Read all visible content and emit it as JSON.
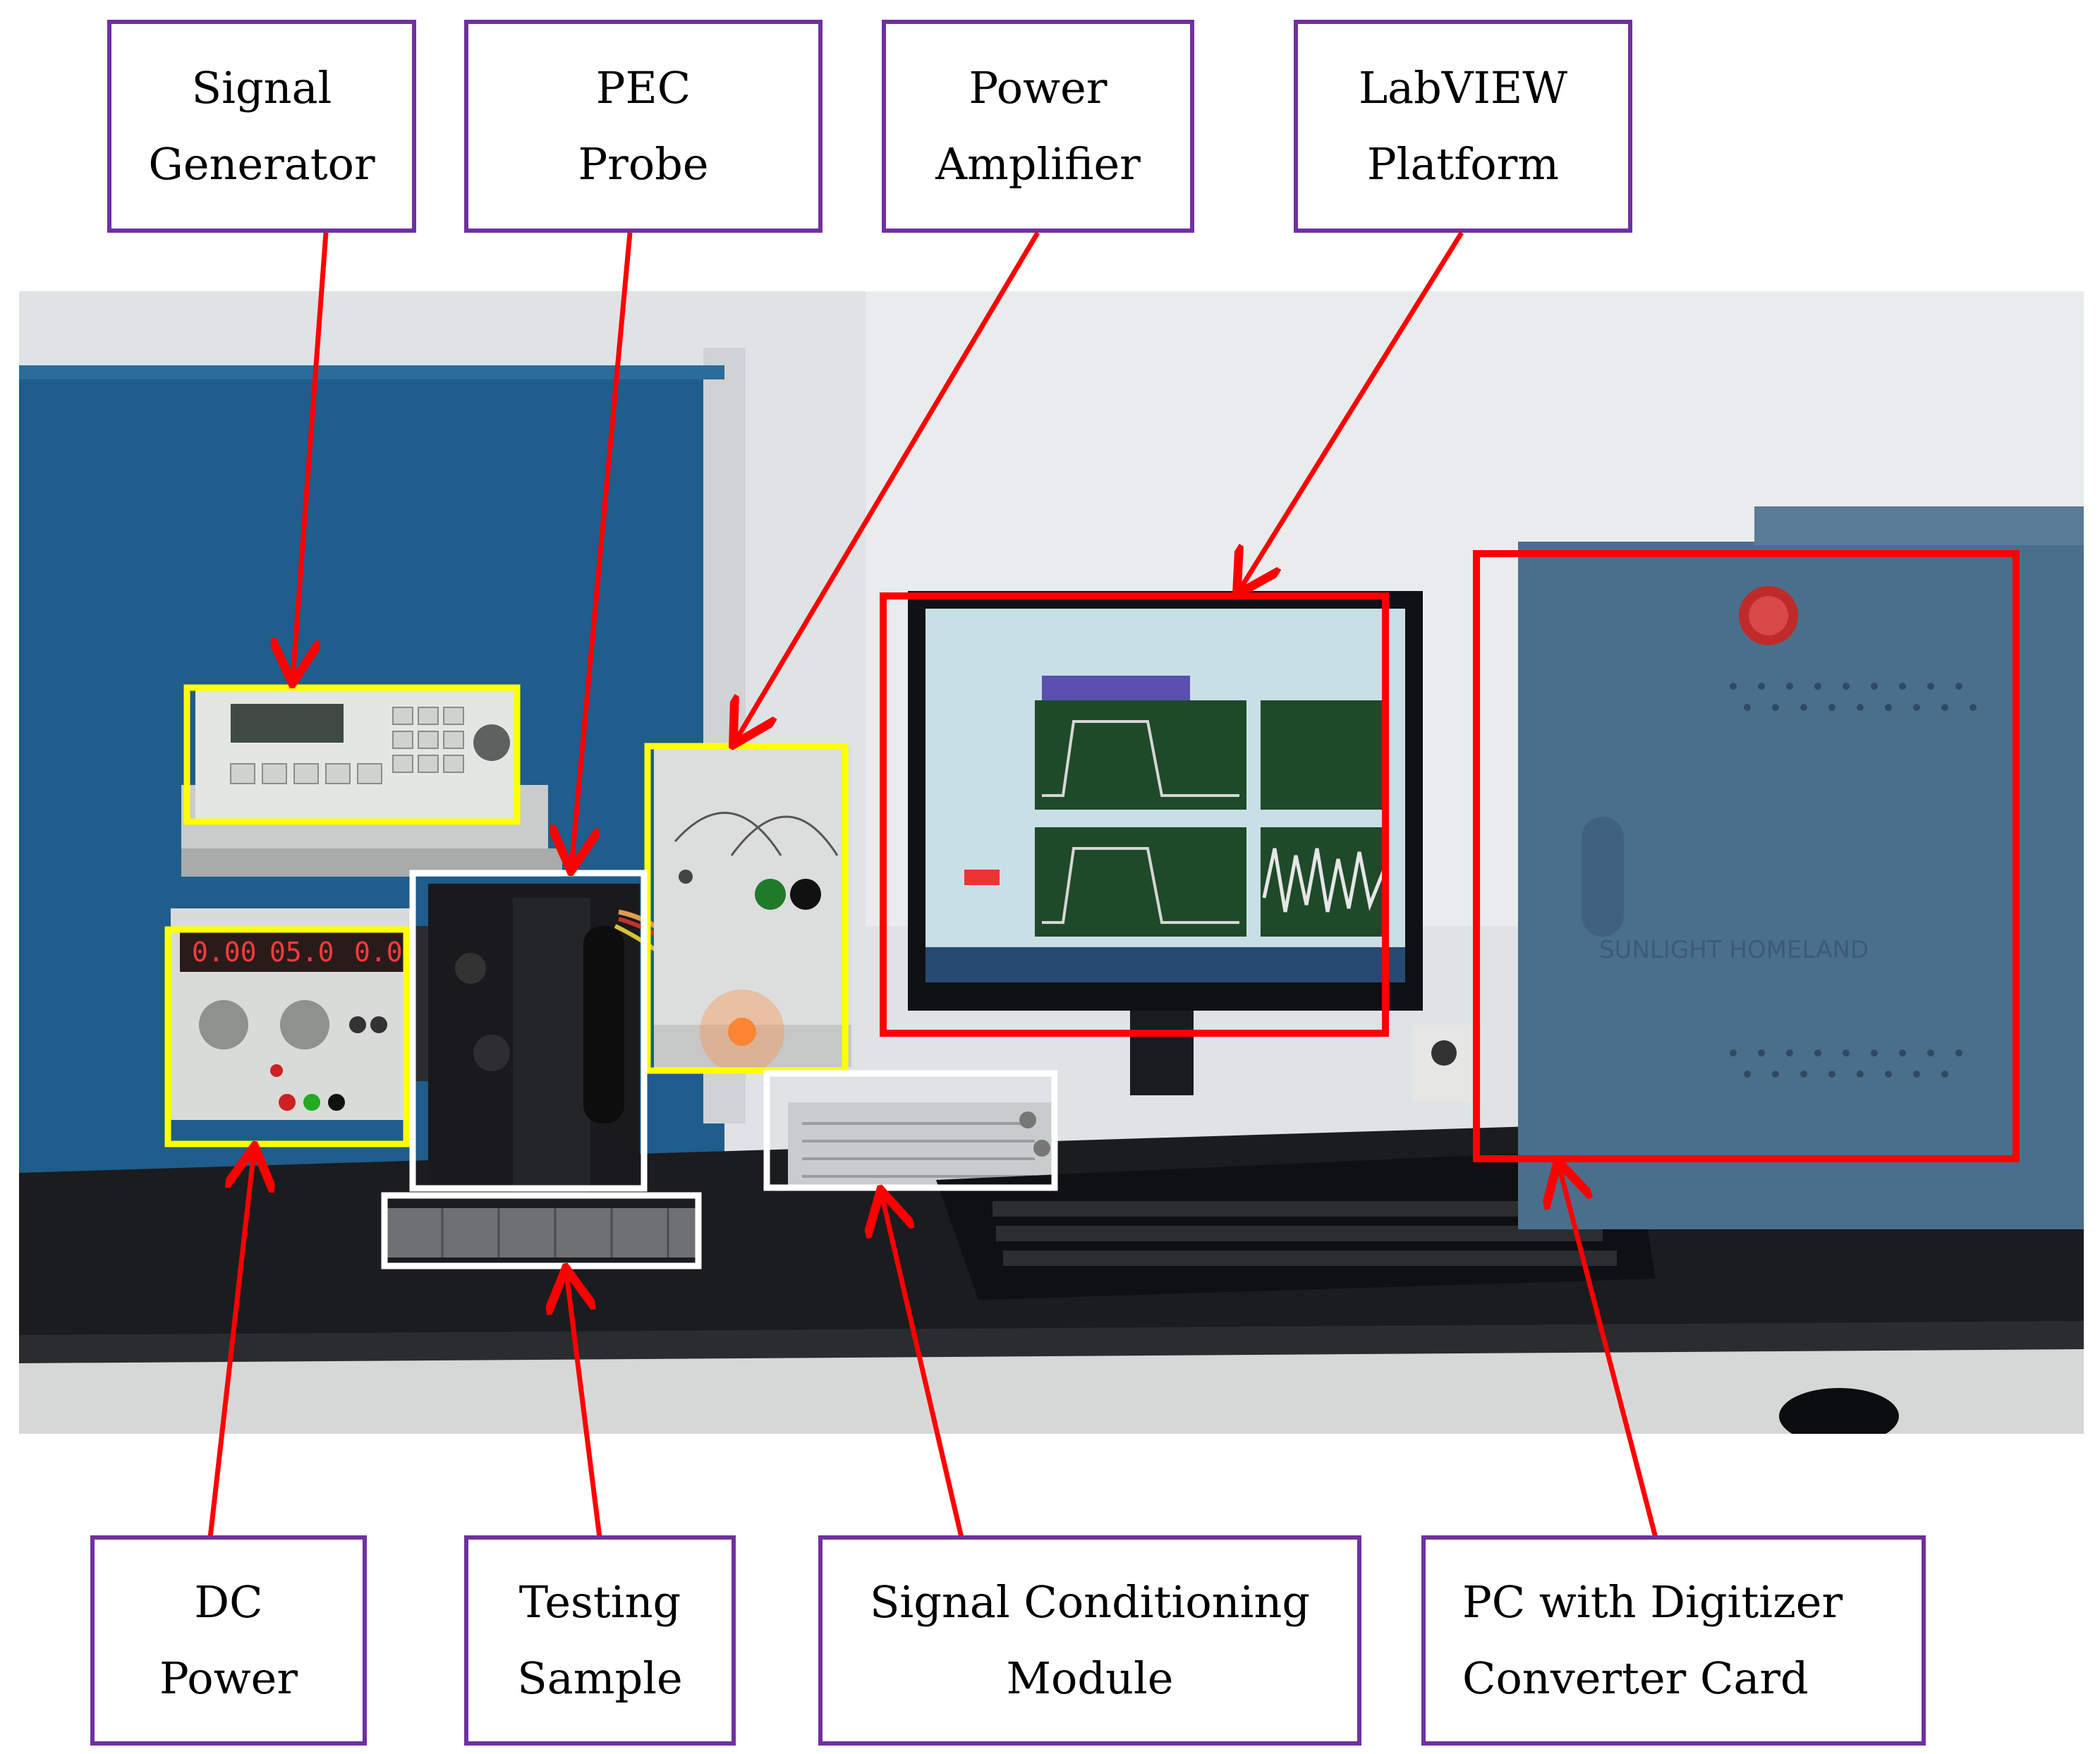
{
  "labels": {
    "signal_generator": [
      "Signal",
      "Generator"
    ],
    "pec_probe": [
      "PEC",
      "Probe"
    ],
    "power_amplifier": [
      "Power",
      "Amplifier"
    ],
    "labview_platform": [
      "LabVIEW",
      "Platform"
    ],
    "dc_power": [
      "DC",
      "Power"
    ],
    "testing_sample": [
      "Testing",
      "Sample"
    ],
    "signal_conditioning": [
      "Signal Conditioning",
      "Module"
    ],
    "pc_digitizer": [
      "PC with Digitizer",
      "Converter Card"
    ]
  },
  "photo": {
    "dc_display": [
      "0.00",
      "05.0",
      "0.0"
    ],
    "pc_brand": "SUNLIGHT HOMELAND"
  },
  "colors": {
    "box_border": "#7030a0",
    "arrow": "#ff0000",
    "highlight_yellow": "#ffff00",
    "highlight_white": "#ffffff",
    "highlight_red": "#ff0000"
  }
}
